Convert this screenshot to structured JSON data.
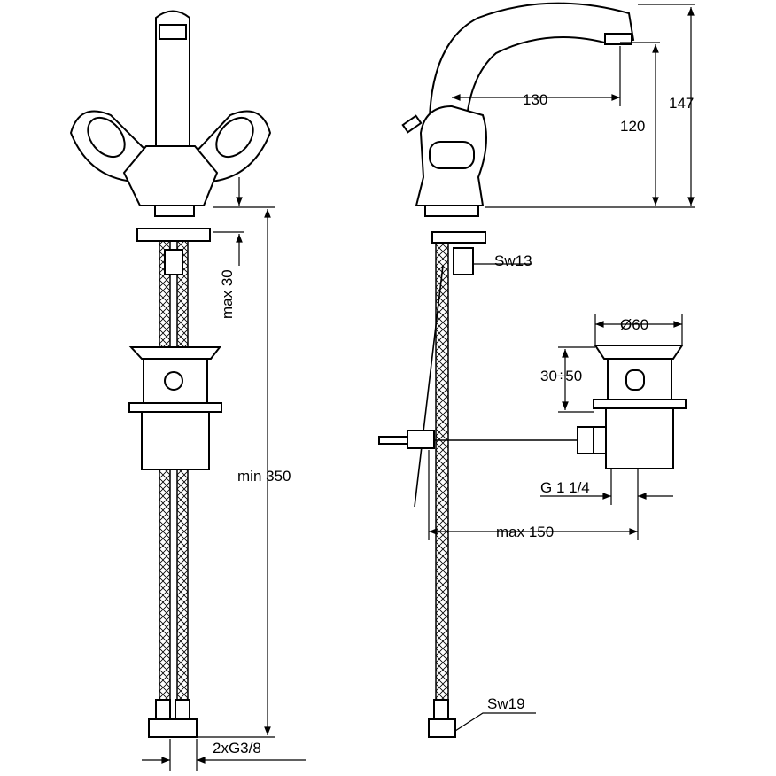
{
  "diagram": {
    "labels": {
      "spout_reach": "130",
      "spout_height": "120",
      "total_height": "147",
      "max_thickness": "max 30",
      "wrench_top": "Sw13",
      "drain_diameter": "Ø60",
      "drain_range": "30÷50",
      "hose_length": "min 350",
      "drain_thread": "G 1 1/4",
      "rod_length": "max 150",
      "wrench_bottom": "Sw19",
      "connection_thread": "2xG3/8"
    }
  }
}
